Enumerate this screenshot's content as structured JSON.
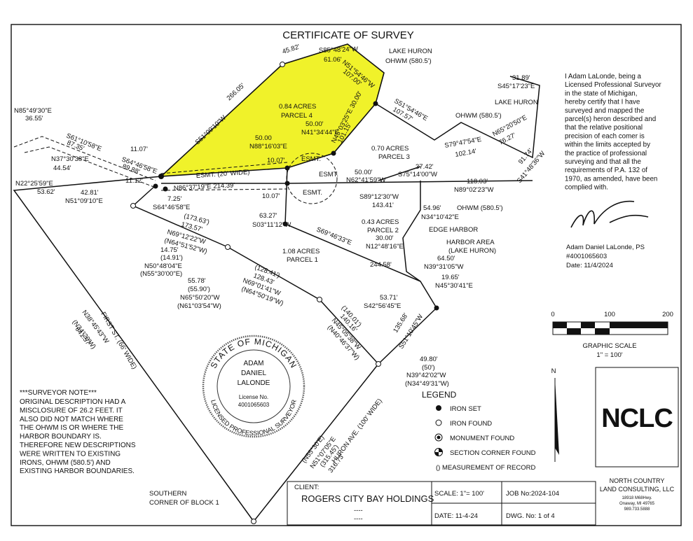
{
  "title": "CERTIFICATE OF SURVEY",
  "certification": [
    "I Adam LaLonde, being a",
    "Licensed Professional Surveyor",
    "in the state of Michigan,",
    "hereby certify that I have",
    "surveyed and mapped the",
    "parcel(s) heron described and",
    "that the relative positional",
    "precision of each comer is",
    "within the limits accepted by",
    "the practice of professional",
    "surveying and that all the",
    "requirements of P.A. 132 of",
    "1970, as amended, have been",
    "complied with."
  ],
  "surveyor": {
    "name": "Adam Daniel LaLonde, PS",
    "license": "#4001065603",
    "date": "Date: 11/4/2024"
  },
  "seal": {
    "ring_top": "STATE OF MICHIGAN",
    "ring_bottom": "LICENSED PROFESSIONAL SURVEYOR",
    "line1": "ADAM",
    "line2": "DANIEL",
    "line3": "LALONDE",
    "line4": "License No.",
    "line5": "4001065603"
  },
  "note": {
    "heading": "***SURVEYOR NOTE***",
    "lines": [
      "ORIGINAL DESCRIPTION HAD A",
      "MISCLOSURE OF 26.2 FEET.  IT",
      "ALSO DID NOT MATCH WHERE",
      "THE OHWM IS OR WHERE THE",
      "HARBOR BOUNDARY IS.",
      "THEREFORE NEW DESCRIPTIONS",
      "WERE WRITTEN TO EXISTING",
      "IRONS, OHWM (580.5') AND",
      "EXISTING HARBOR BOUNDARIES."
    ]
  },
  "scale_bar": {
    "ticks": [
      "0",
      "100",
      "200"
    ],
    "caption1": "GRAPHIC SCALE",
    "caption2": "1\" = 100'"
  },
  "north": "N",
  "legend": {
    "title": "LEGEND",
    "items": [
      "IRON SET",
      "IRON FOUND",
      "MONUMENT FOUND",
      "SECTION CORNER FOUND",
      "() MEASUREMENT OF RECORD"
    ]
  },
  "company": {
    "logo": "NCLC",
    "name1": "NORTH COUNTRY",
    "name2": "LAND CONSULTING, LLC",
    "addr1": "18918 M68Hwy.",
    "addr2": "Onaway, MI 49765",
    "phone": "989.733.5888"
  },
  "title_block": {
    "client_label": "CLIENT:",
    "client": "ROGERS CITY BAY HOLDINGS",
    "blank1": "----",
    "blank2": "----",
    "scale": "SCALE: 1\"= 100'",
    "job": "JOB No:2024-104",
    "date": "DATE: 11-4-24",
    "dwg": "DWG. No: 1 of 4"
  },
  "labels": [
    {
      "id": "lake-huron-1",
      "text": "LAKE HURON"
    },
    {
      "id": "ohwm-1",
      "text": "OHWM (580.5')"
    },
    {
      "id": "lake-huron-2",
      "text": "LAKE HURON"
    },
    {
      "id": "ohwm-2",
      "text": "OHWM (580.5')"
    },
    {
      "id": "ohwm-3",
      "text": "OHWM (580.5')"
    },
    {
      "id": "b1a",
      "text": "45.82'"
    },
    {
      "id": "b1b",
      "text": "S85°48'24\"W"
    },
    {
      "id": "b1c",
      "text": "61.06'"
    },
    {
      "id": "b2a",
      "text": "N51°54'46\"W"
    },
    {
      "id": "b2b",
      "text": "107.00'"
    },
    {
      "id": "b3a",
      "text": "N45°03'25\"E  30.00'"
    },
    {
      "id": "b3b",
      "text": "101.15'"
    },
    {
      "id": "b4a",
      "text": "S51°54'46\"E"
    },
    {
      "id": "b4b",
      "text": "107.57'"
    },
    {
      "id": "b5a",
      "text": "266.05'"
    },
    {
      "id": "b5b",
      "text": "S51°09'10\"W"
    },
    {
      "id": "p4a",
      "text": "0.84 ACRES"
    },
    {
      "id": "p4b",
      "text": "PARCEL 4"
    },
    {
      "id": "b6a",
      "text": "50.00'"
    },
    {
      "id": "b6b",
      "text": "N41°34'44\"E"
    },
    {
      "id": "b7a",
      "text": "50.00"
    },
    {
      "id": "b7b",
      "text": "N88°16'03\"E"
    },
    {
      "id": "b8",
      "text": "10.07'"
    },
    {
      "id": "esmt1",
      "text": "ESMT."
    },
    {
      "id": "esmt2",
      "text": "ESMT."
    },
    {
      "id": "esmt3",
      "text": "ESMT."
    },
    {
      "id": "esmt20",
      "text": "ESMT. (20' WIDE)"
    },
    {
      "id": "b9",
      "text": "N86°37'19\"E  214.39'"
    },
    {
      "id": "b10",
      "text": "10.07'"
    },
    {
      "id": "b11",
      "text": "11.07'"
    },
    {
      "id": "b12",
      "text": "11.12'"
    },
    {
      "id": "b13",
      "text": "7.25'"
    },
    {
      "id": "b14",
      "text": "S64°46'58\"E"
    },
    {
      "id": "b15a",
      "text": "42.81'"
    },
    {
      "id": "b15b",
      "text": "N51°09'10\"E"
    },
    {
      "id": "b16a",
      "text": "N85°49'30\"E"
    },
    {
      "id": "b16b",
      "text": "36.55'"
    },
    {
      "id": "b17a",
      "text": "S61°10'58\"E"
    },
    {
      "id": "b17b",
      "text": "87.35'"
    },
    {
      "id": "b18a",
      "text": "S64°46'58\"E"
    },
    {
      "id": "b18b",
      "text": "89.88'"
    },
    {
      "id": "b19a",
      "text": "N37°30'38\"E"
    },
    {
      "id": "b19b",
      "text": "44.54'"
    },
    {
      "id": "b20a",
      "text": "N22°25'59\"E"
    },
    {
      "id": "b20b",
      "text": "53.62'"
    },
    {
      "id": "p3a",
      "text": "0.70 ACRES"
    },
    {
      "id": "p3b",
      "text": "PARCEL 3"
    },
    {
      "id": "b21a",
      "text": "50.00'"
    },
    {
      "id": "b21b",
      "text": "N62°41'59\"W"
    },
    {
      "id": "b22a",
      "text": "37.42'"
    },
    {
      "id": "b22b",
      "text": "S75°14'00\"W"
    },
    {
      "id": "b23a",
      "text": "S89°12'30\"W"
    },
    {
      "id": "b23b",
      "text": "143.41'"
    },
    {
      "id": "b24a",
      "text": "118.03'"
    },
    {
      "id": "b24b",
      "text": "N89°02'23\"W"
    },
    {
      "id": "b25a",
      "text": "31.89'"
    },
    {
      "id": "b25b",
      "text": "S45°17'23\"E"
    },
    {
      "id": "b26a",
      "text": "S79°47'54\"E"
    },
    {
      "id": "b26b",
      "text": "102.14'"
    },
    {
      "id": "b27a",
      "text": "N65°20'50\"E"
    },
    {
      "id": "b27b",
      "text": "76.27'"
    },
    {
      "id": "b28a",
      "text": "91.74'"
    },
    {
      "id": "b28b",
      "text": "S41°48'36\"W"
    },
    {
      "id": "b29a",
      "text": "63.27'"
    },
    {
      "id": "b29b",
      "text": "S03°11'12\"W"
    },
    {
      "id": "b30a",
      "text": "54.96'"
    },
    {
      "id": "b30b",
      "text": "N34°10'42\"E"
    },
    {
      "id": "p2a",
      "text": "0.43 ACRES"
    },
    {
      "id": "p2b",
      "text": "PARCEL 2"
    },
    {
      "id": "b31a",
      "text": "30.00'"
    },
    {
      "id": "b31b",
      "text": "N12°48'16\"E"
    },
    {
      "id": "edge",
      "text": "EDGE HARBOR"
    },
    {
      "id": "harbor1",
      "text": "HARBOR AREA"
    },
    {
      "id": "harbor2",
      "text": "(LAKE HURON)"
    },
    {
      "id": "b32",
      "text": "S69°46'33\"E"
    },
    {
      "id": "b33",
      "text": "244.58'"
    },
    {
      "id": "b34a",
      "text": "64.50'"
    },
    {
      "id": "b34b",
      "text": "N39°31'05\"W"
    },
    {
      "id": "b35a",
      "text": "19.65'"
    },
    {
      "id": "b35b",
      "text": "N45°30'41\"E"
    },
    {
      "id": "b36a",
      "text": "53.71'"
    },
    {
      "id": "b36b",
      "text": "S42°56'45\"E"
    },
    {
      "id": "b37a",
      "text": "135.68'"
    },
    {
      "id": "b37b",
      "text": "S51°10'45\"W"
    },
    {
      "id": "p1a",
      "text": "1.08 ACRES"
    },
    {
      "id": "p1b",
      "text": "PARCEL 1"
    },
    {
      "id": "b38a",
      "text": "(173.63')"
    },
    {
      "id": "b38b",
      "text": "173.57'"
    },
    {
      "id": "b38c",
      "text": "N69°12'22\"W"
    },
    {
      "id": "b38d",
      "text": "(N64°51'52\"W)"
    },
    {
      "id": "b39a",
      "text": "14.75'"
    },
    {
      "id": "b39b",
      "text": "(14.91')"
    },
    {
      "id": "b40a",
      "text": "N50°48'04\"E"
    },
    {
      "id": "b40b",
      "text": "(N55°30'00\"E)"
    },
    {
      "id": "b41a",
      "text": "(128.41')"
    },
    {
      "id": "b41b",
      "text": "128.43'"
    },
    {
      "id": "b41c",
      "text": "N69°01'41\"W"
    },
    {
      "id": "b41d",
      "text": "(N64°50'19\"W)"
    },
    {
      "id": "b42a",
      "text": "55.78'"
    },
    {
      "id": "b42b",
      "text": "(55.90')"
    },
    {
      "id": "b42c",
      "text": "N65°50'20\"W"
    },
    {
      "id": "b42d",
      "text": "(N61°03'54\"W)"
    },
    {
      "id": "b43a",
      "text": "(140.01')"
    },
    {
      "id": "b43b",
      "text": "140.16'"
    },
    {
      "id": "b43c",
      "text": "N45°05'38\"W"
    },
    {
      "id": "b43d",
      "text": "(N40°46'37\"W)"
    },
    {
      "id": "b44a",
      "text": "49.80'"
    },
    {
      "id": "b44b",
      "text": "(50')"
    },
    {
      "id": "b44c",
      "text": "N39°42'02\"W"
    },
    {
      "id": "b44d",
      "text": "(N34°49'31\"W)"
    },
    {
      "id": "b45a",
      "text": "(315.45')"
    },
    {
      "id": "b45b",
      "text": "316.73'"
    },
    {
      "id": "b45c",
      "text": "(N55°30'E)"
    },
    {
      "id": "b45d",
      "text": "N51°07'05\"E"
    },
    {
      "id": "huron",
      "text": "HURON AVE. (100' WIDE)"
    },
    {
      "id": "first1",
      "text": "(N34°20'W)"
    },
    {
      "id": "first2",
      "text": "N38°45'43\"W"
    },
    {
      "id": "first3",
      "text": "641.57'"
    },
    {
      "id": "first4",
      "text": "FIRST ST. (66' WIDE)"
    },
    {
      "id": "south1",
      "text": "SOUTHERN"
    },
    {
      "id": "south2",
      "text": "CORNER OF BLOCK 1"
    }
  ]
}
